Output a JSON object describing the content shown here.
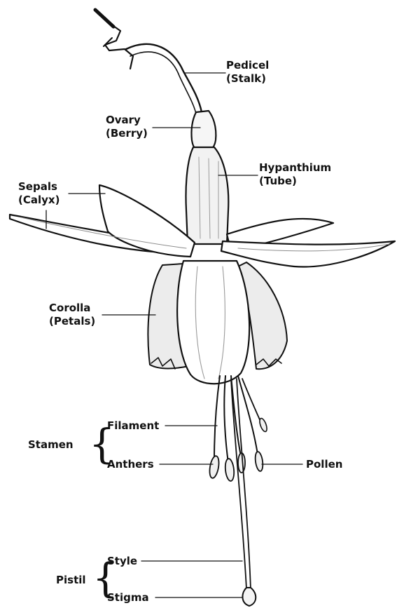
{
  "labels": {
    "pedicel": {
      "line1": "Pedicel",
      "line2": "(Stalk)"
    },
    "ovary": {
      "line1": "Ovary",
      "line2": "(Berry)"
    },
    "hypanthium": {
      "line1": "Hypanthium",
      "line2": "(Tube)"
    },
    "sepals": {
      "line1": "Sepals",
      "line2": "(Calyx)"
    },
    "corolla": {
      "line1": "Corolla",
      "line2": "(Petals)"
    },
    "filament": "Filament",
    "anthers": "Anthers",
    "pollen": "Pollen",
    "style": "Style",
    "stigma": "Stigma"
  },
  "groups": {
    "stamen": "Stamen",
    "pistil": "Pistil"
  },
  "colors": {
    "ink": "#111111",
    "paper": "#ffffff",
    "shade": "#d9d9d9"
  }
}
